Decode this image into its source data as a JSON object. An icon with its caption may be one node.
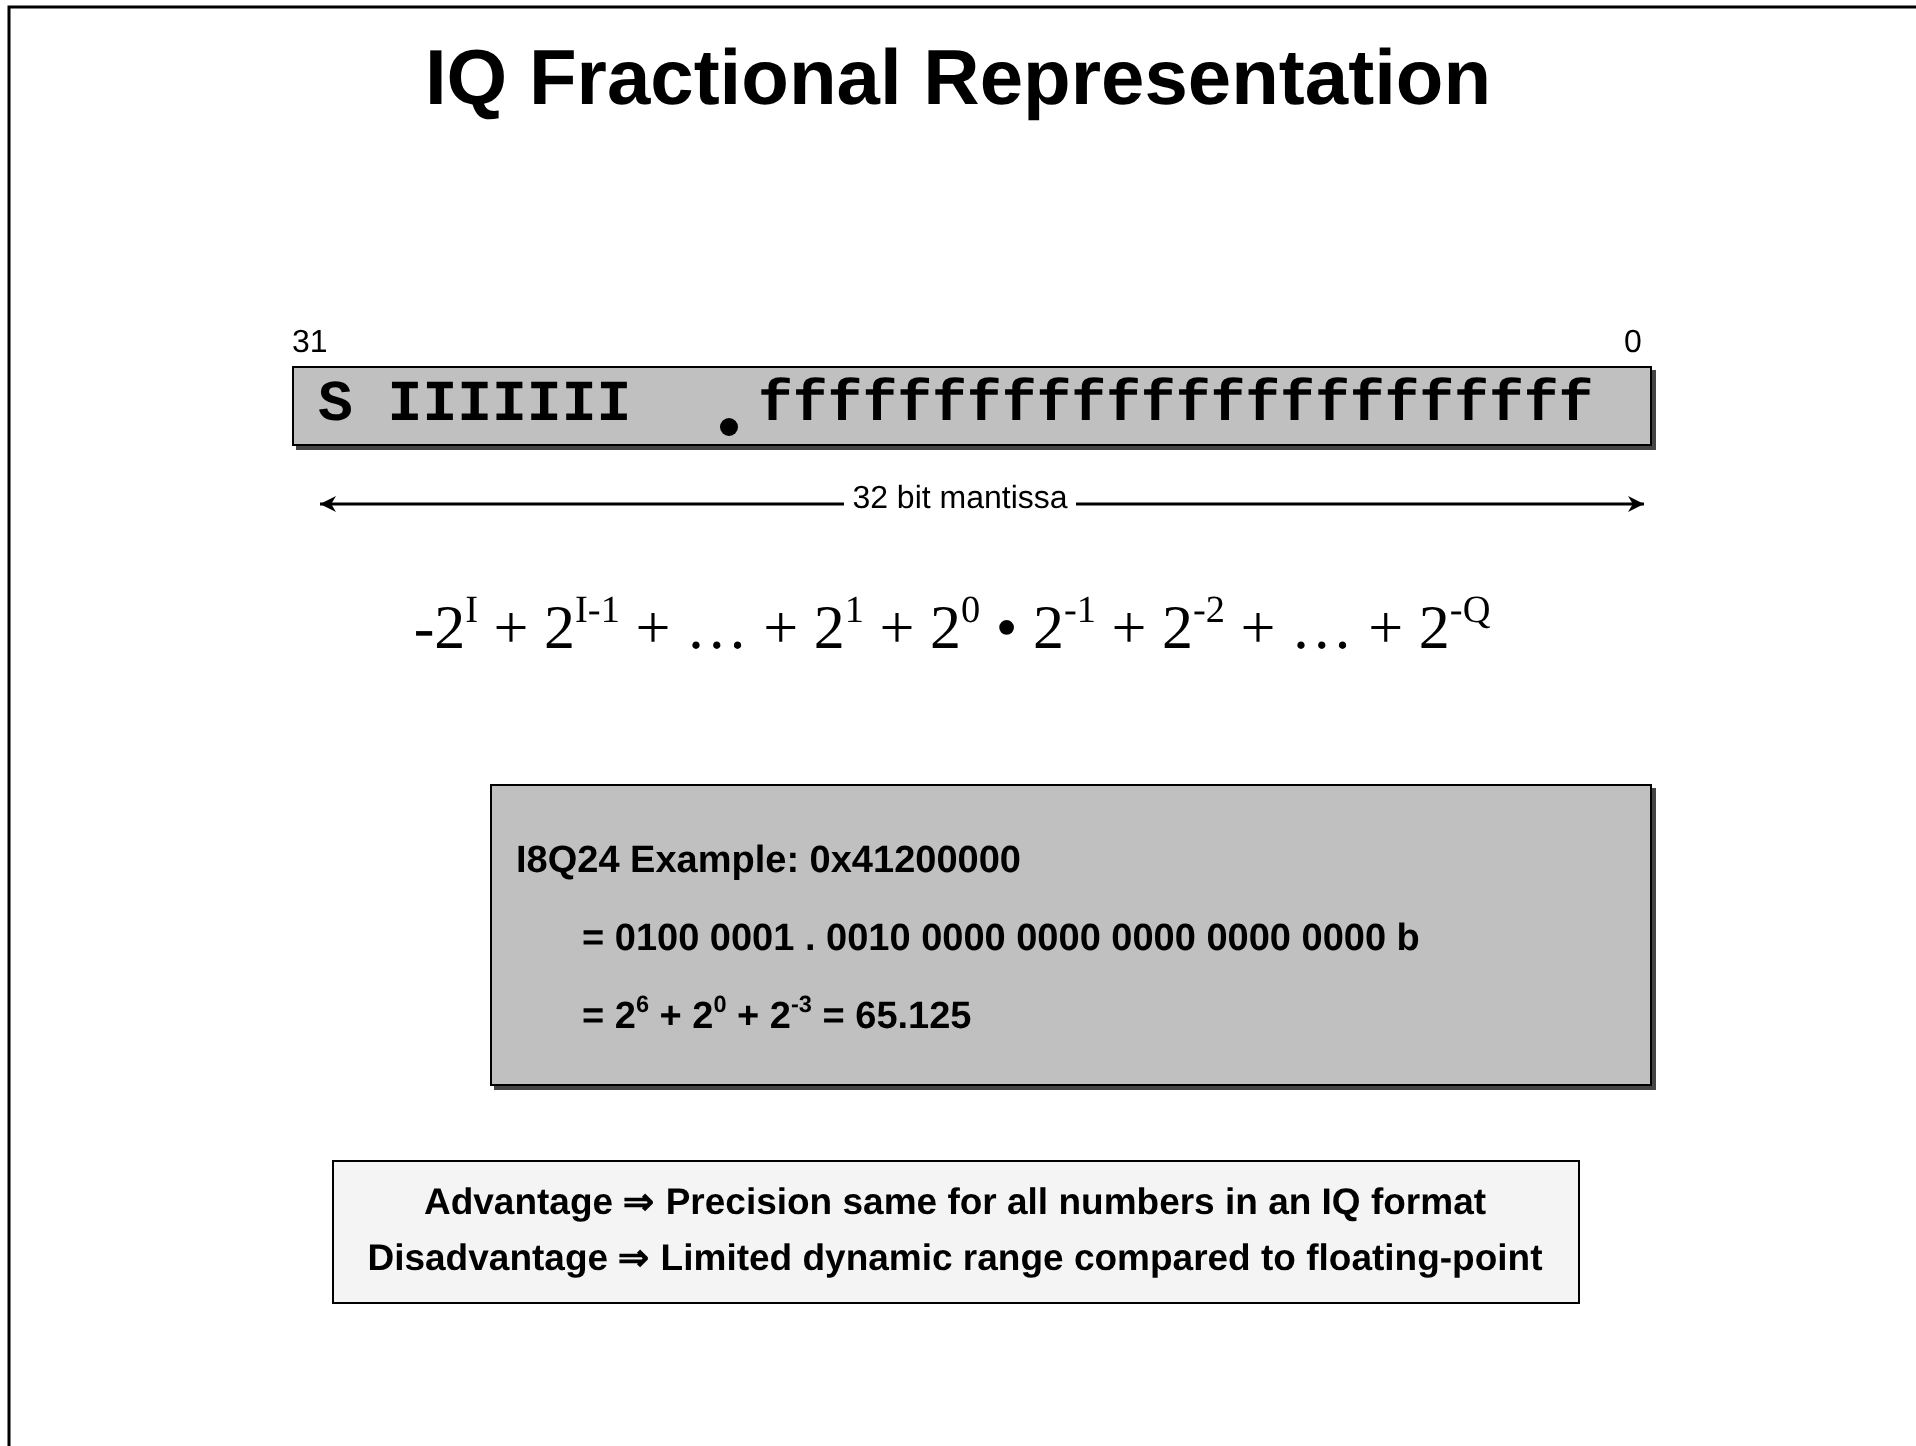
{
  "diagram": {
    "title": "IQ Fractional Representation",
    "nodes": [
      {
        "text": [
          "S IIIIIII",
          "ffffffffffffffffffffffff"
        ]
      },
      {
        "text": [
          "I8Q24 Example: 0x41200000",
          "= 0100 0001 . 0010 0000 0000 0000 0000 0000 b",
          "= 2$^{6}$ + 2$^{0}$ + 2$^{-3}$ = 65.125"
        ]
      },
      {
        "text": [
          "Advantage ⇒ Precision same for all numbers in an IQ format",
          "Disadvantage ⇒ Limited dynamic range compared to floating-point"
        ]
      }
    ],
    "edges": [],
    "labels": [
      "31",
      "0",
      "32 bit mantissa",
      "-2$^{I}$ + 2$^{I-1}$ + … + 2$^{1}$ + 2$^{0}$ • 2$^{-1}$ + 2$^{-2}$ + … + 2$^{-Q}$"
    ]
  }
}
